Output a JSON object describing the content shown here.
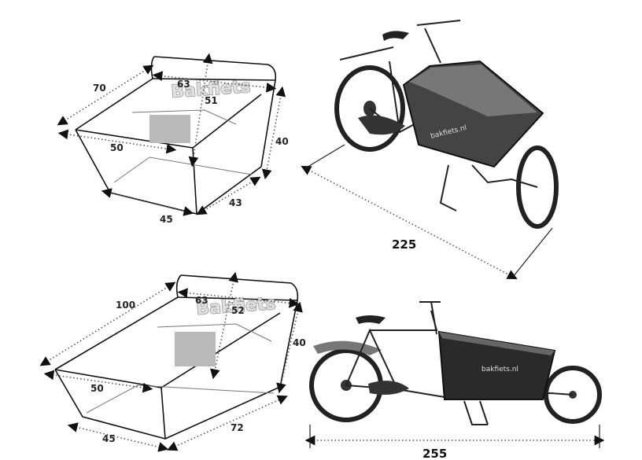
{
  "box_short": {
    "logo_text": "Bakfiets",
    "top_length": "70",
    "top_width": "63",
    "height_center": "51",
    "height_side": "40",
    "bottom_length": "50",
    "bottom_front": "45",
    "bottom_side": "43"
  },
  "bike_short": {
    "box_text": "bakfiets.nl",
    "length": "225"
  },
  "box_long": {
    "logo_text": "Bakfiets",
    "top_length": "100",
    "top_width": "63",
    "height_center": "52",
    "height_side": "40",
    "bottom_length": "50",
    "bottom_front": "45",
    "bottom_side": "72"
  },
  "bike_long": {
    "box_text": "bakfiets.nl",
    "length": "255"
  }
}
